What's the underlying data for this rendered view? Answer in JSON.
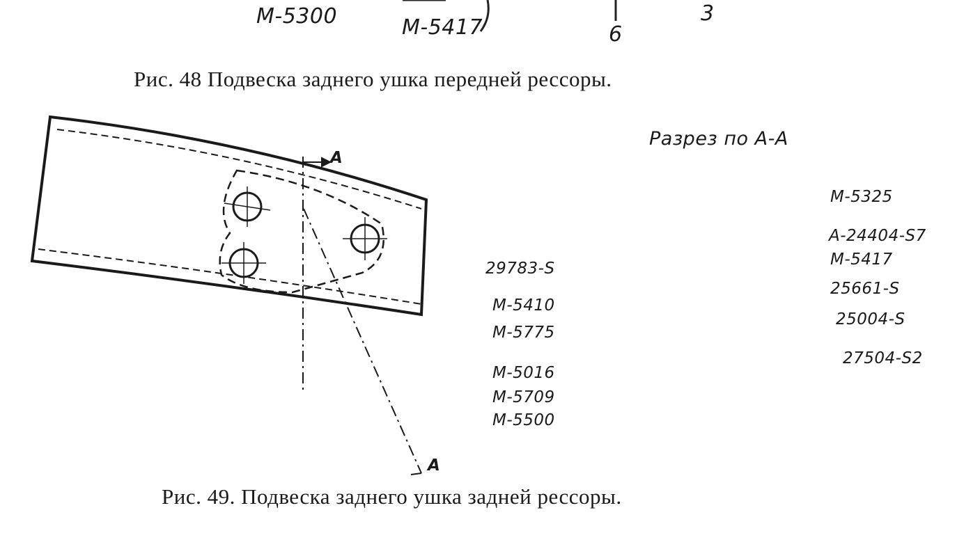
{
  "top_labels": {
    "m5300": "M-5300",
    "m5417": "M-5417",
    "num6": "6",
    "num3": "3"
  },
  "caption48": "Рис. 48 Подвеска заднего ушка передней рессоры.",
  "section_title": "Разрез по А-А",
  "arrows": {
    "a_top": "A",
    "a_bottom": "A"
  },
  "left_labels": {
    "l29783": "29783-S",
    "l5410": "M-5410",
    "l5775": "M-5775",
    "l5016": "M-5016",
    "l5709": "M-5709",
    "l5500": "M-5500"
  },
  "right_labels": {
    "m5325": "M-5325",
    "a24404": "A-24404-S7",
    "m5417b": "M-5417",
    "s25661": "25661-S",
    "s25004": "25004-S",
    "s27504": "27504-S2"
  },
  "caption49": "Рис. 49. Подвеска заднего ушка задней рессоры."
}
